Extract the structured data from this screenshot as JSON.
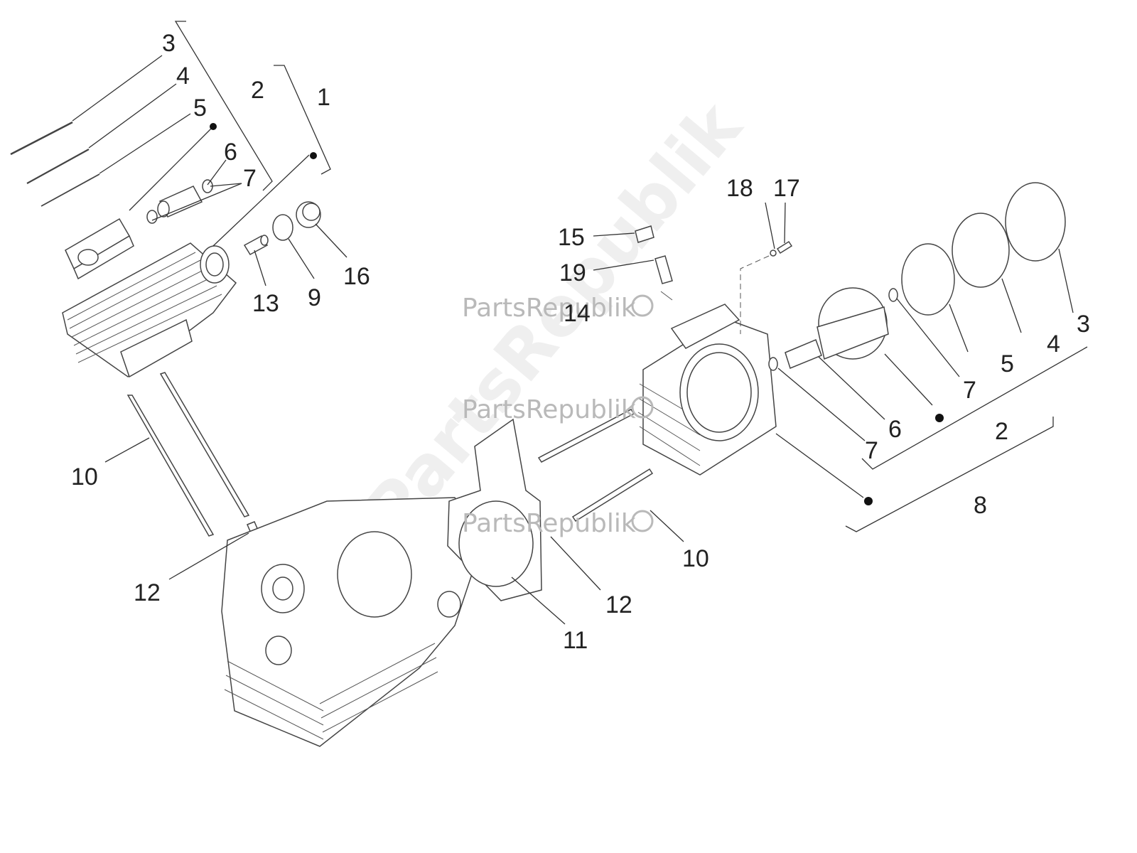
{
  "colors": {
    "ink": "#222222",
    "line": "#333333",
    "watermark": "#b9b9b9",
    "watermark_diag": "#efefef"
  },
  "watermark": {
    "text": "PartsRepublik",
    "diagonal": "PartsRepublik",
    "icon": "gear-icon"
  },
  "callouts": {
    "c1": "1",
    "c2_left": "2",
    "c3_left": "3",
    "c4_left": "4",
    "c5_left": "5",
    "c6_left": "6",
    "c7_left": "7",
    "c9": "9",
    "c10_left": "10",
    "c12_left": "12",
    "c13": "13",
    "c16": "16",
    "c15": "15",
    "c19": "19",
    "c14": "14",
    "c18": "18",
    "c17": "17",
    "c3_right": "3",
    "c4_right": "4",
    "c5_right": "5",
    "c7_right_top": "7",
    "c2_right": "2",
    "c6_right": "6",
    "c7_right_bottom": "7",
    "c8": "8",
    "c10_right": "10",
    "c12_right": "12",
    "c11": "11"
  }
}
